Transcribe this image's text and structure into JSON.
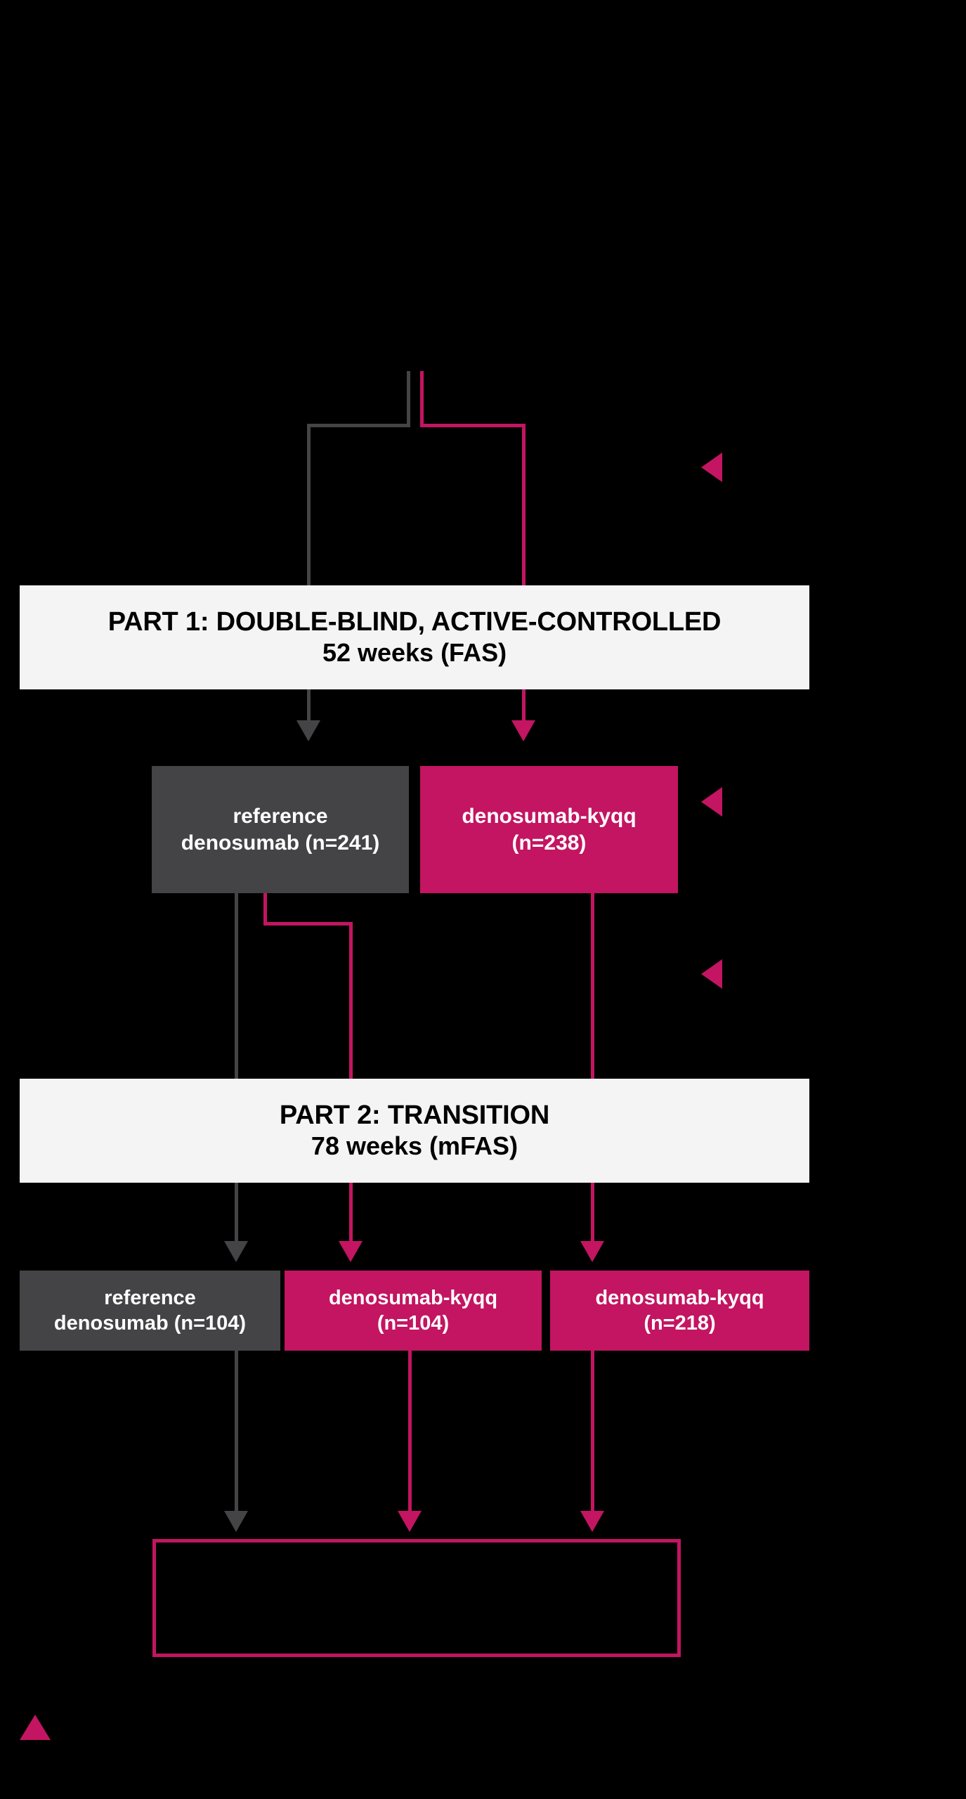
{
  "figure": {
    "background_color": "#000000",
    "accent_pink": "#C31561",
    "accent_gray": "#444446",
    "banner_background": "#F4F4F4"
  },
  "part1": {
    "banner": {
      "title": "PART 1: DOUBLE-BLIND, ACTIVE-CONTROLLED",
      "duration": "52 weeks (FAS)"
    },
    "arms": [
      {
        "line1": "reference",
        "line2": "denosumab (n=241)",
        "color": "gray"
      },
      {
        "line1": "denosumab-kyqq",
        "line2": "(n=238)",
        "color": "pink"
      }
    ]
  },
  "part2": {
    "banner": {
      "title": "PART 2: TRANSITION",
      "duration": "78 weeks (mFAS)"
    },
    "arms": [
      {
        "line1": "reference",
        "line2": "denosumab (n=104)",
        "color": "gray"
      },
      {
        "line1": "denosumab-kyqq",
        "line2": "(n=104)",
        "color": "pink"
      },
      {
        "line1": "denosumab-kyqq",
        "line2": "(n=218)",
        "color": "pink"
      }
    ]
  },
  "bottom_box": {
    "text": ""
  },
  "markers": [
    {
      "name": "callout-marker-1",
      "shape": "triangle-left"
    },
    {
      "name": "callout-marker-2",
      "shape": "triangle-left"
    },
    {
      "name": "callout-marker-3",
      "shape": "triangle-left"
    },
    {
      "name": "footnote-marker",
      "shape": "triangle-up"
    }
  ]
}
